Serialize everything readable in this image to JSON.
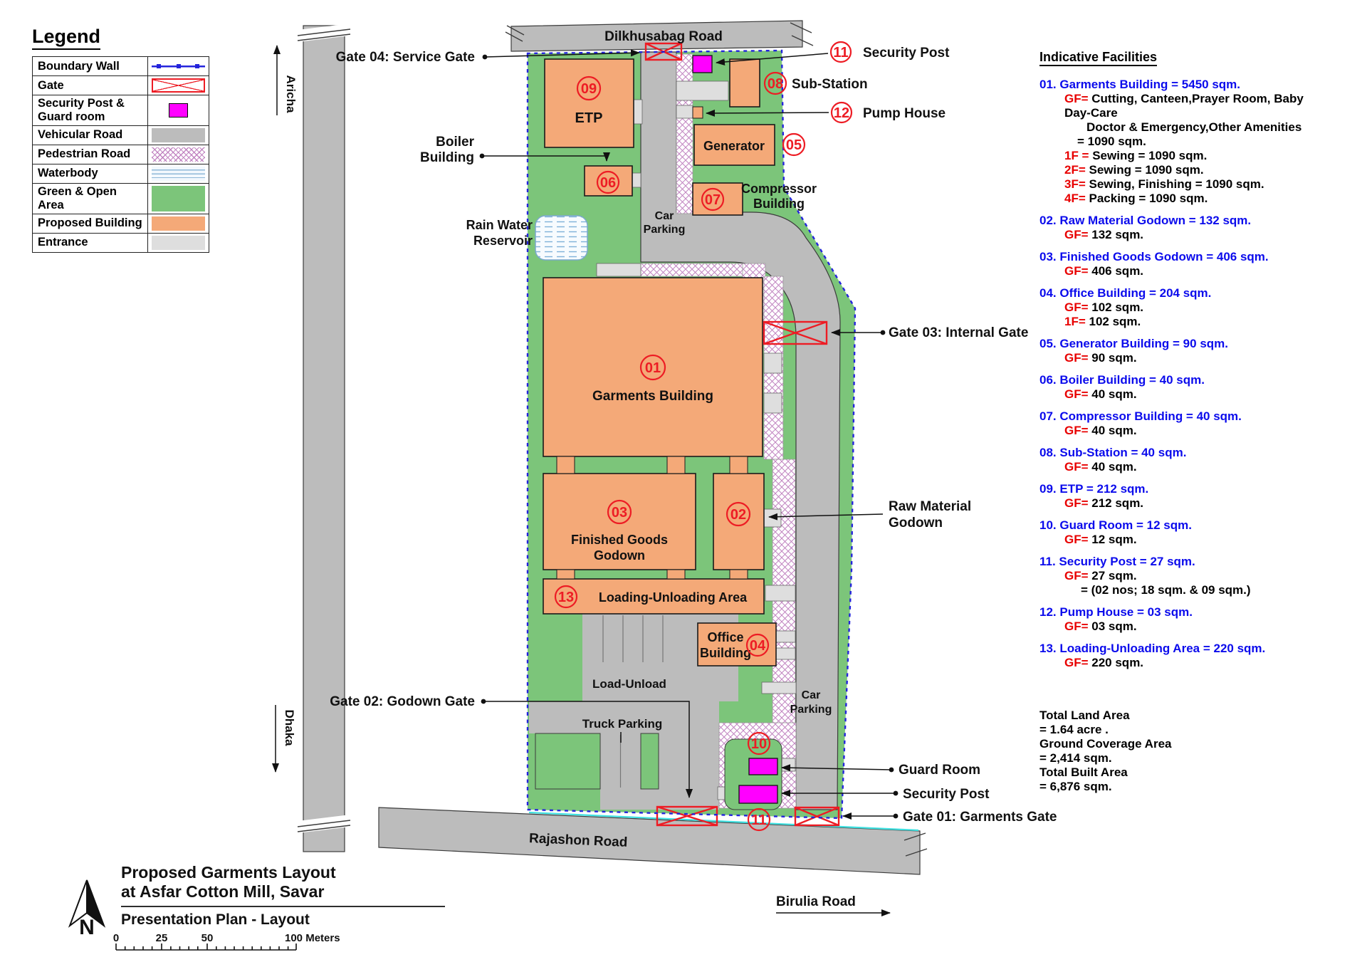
{
  "colors": {
    "green": "#7cc57a",
    "building": "#f4a978",
    "road": "#bcbcbc",
    "entrance": "#dedede",
    "magenta": "#ff00ff",
    "red": "#ed1c24",
    "bblue": "#2424dc",
    "fblue": "#0b0bec",
    "fred": "#e80000",
    "hatch": "#c184c1",
    "cyan": "#3fe0e0",
    "ink": "#111111"
  },
  "legend": {
    "title": "Legend",
    "items": [
      {
        "label": "Boundary Wall",
        "key": "boundary"
      },
      {
        "label": "Gate",
        "key": "gate"
      },
      {
        "label": "Security Post & Guard room",
        "key": "post"
      },
      {
        "label": "Vehicular Road",
        "key": "vehicular"
      },
      {
        "label": "Pedestrian Road",
        "key": "pedestrian"
      },
      {
        "label": "Waterbody",
        "key": "water"
      },
      {
        "label": "Green & Open Area",
        "key": "green"
      },
      {
        "label": "Proposed Building",
        "key": "building"
      },
      {
        "label": "Entrance",
        "key": "entrance"
      }
    ]
  },
  "plan": {
    "roads": {
      "top": "Dilkhusabag Road",
      "aricha": "Aricha",
      "dhaka": "Dhaka",
      "bottom": "Rajashon Road",
      "birulia": "Birulia Road"
    },
    "gates": {
      "g01": "Gate 01: Garments Gate",
      "g02": "Gate 02: Godown Gate",
      "g03": "Gate 03: Internal Gate",
      "g04": "Gate 04: Service Gate"
    },
    "b": {
      "n01": "01",
      "garments": "Garments Building",
      "n02": "02",
      "raw1": "Raw Material",
      "raw2": "Godown",
      "n03": "03",
      "fin1": "Finished Goods",
      "fin2": "Godown",
      "n04": "04",
      "off1": "Office",
      "off2": "Building",
      "n05": "05",
      "generator": "Generator",
      "n06": "06",
      "boil1": "Boiler",
      "boil2": "Building",
      "n07": "07",
      "comp1": "Compressor",
      "comp2": "Building",
      "n08": "08",
      "substation": "Sub-Station",
      "n09": "09",
      "etp": "ETP",
      "n10": "10",
      "guard": "Guard Room",
      "n11": "11",
      "security": "Security Post",
      "n12": "12",
      "pump": "Pump House",
      "n13": "13",
      "loading": "Loading-Unloading Area"
    },
    "areas": {
      "rain1": "Rain Water",
      "rain2": "Reservoir",
      "car1": "Car",
      "car2": "Parking",
      "carb1": "Car",
      "carb2": "Parking",
      "truck": "Truck Parking",
      "load": "Load-Unload"
    }
  },
  "facilities": {
    "heading": "Indicative Facilities",
    "sections": [
      {
        "num": "01.",
        "title": "Garments Building = 5450 sqm.",
        "rows": [
          {
            "pre": "GF=",
            "text": "Cutting, Canteen,Prayer Room, Baby Day-Care"
          },
          {
            "text": "Doctor & Emergency,Other Amenities",
            "ind": 66
          },
          {
            "text": "= 1090 sqm.",
            "ind": 53
          },
          {
            "pre": "1F =",
            "text": "Sewing = 1090 sqm."
          },
          {
            "pre": "2F=",
            "text": "Sewing = 1090 sqm."
          },
          {
            "pre": "3F=",
            "text": "Sewing, Finishing = 1090 sqm."
          },
          {
            "pre": "4F=",
            "text": "Packing = 1090 sqm."
          }
        ]
      },
      {
        "num": "02.",
        "title": "Raw Material Godown  = 132 sqm.",
        "rows": [
          {
            "pre": "GF=",
            "text": "132 sqm."
          }
        ]
      },
      {
        "num": "03.",
        "title": "Finished Goods Godown = 406 sqm.",
        "rows": [
          {
            "pre": "GF=",
            "text": "406 sqm."
          }
        ]
      },
      {
        "num": "04.",
        "title": "Office Building = 204 sqm.",
        "rows": [
          {
            "pre": "GF=",
            "text": "102 sqm."
          },
          {
            "pre": "1F=",
            "text": "102 sqm."
          }
        ]
      },
      {
        "num": "05.",
        "title": "Generator Building = 90 sqm.",
        "rows": [
          {
            "pre": "GF=",
            "text": "90 sqm."
          }
        ]
      },
      {
        "num": "06.",
        "title": "Boiler Building = 40 sqm.",
        "rows": [
          {
            "pre": "GF=",
            "text": "40 sqm."
          }
        ]
      },
      {
        "num": "07.",
        "title": "Compressor Building = 40 sqm.",
        "rows": [
          {
            "pre": "GF=",
            "text": "40 sqm."
          }
        ]
      },
      {
        "num": "08.",
        "title": "Sub-Station = 40 sqm.",
        "rows": [
          {
            "pre": "GF=",
            "text": "40 sqm."
          }
        ]
      },
      {
        "num": "09.",
        "title": "ETP = 212 sqm.",
        "rows": [
          {
            "pre": "GF=",
            "text": "212 sqm."
          }
        ]
      },
      {
        "num": "10.",
        "title": "Guard Room = 12 sqm.",
        "rows": [
          {
            "pre": "GF=",
            "text": "12 sqm."
          }
        ]
      },
      {
        "num": "11.",
        "title": "Security Post = 27 sqm.",
        "rows": [
          {
            "pre": "GF=",
            "text": "27 sqm."
          },
          {
            "text": "= (02 nos; 18 sqm. & 09 sqm.)",
            "ind": 58
          }
        ]
      },
      {
        "num": "12.",
        "title": "Pump House = 03 sqm.",
        "rows": [
          {
            "pre": "GF=",
            "text": "03 sqm."
          }
        ]
      },
      {
        "num": "13.",
        "title": "Loading-Unloading Area = 220 sqm.",
        "rows": [
          {
            "pre": "GF=",
            "text": "220 sqm."
          }
        ]
      }
    ],
    "totals": [
      "Total Land Area",
      " = 1.64 acre .",
      "Ground Coverage Area",
      "= 2,414 sqm.",
      "Total Built Area",
      "= 6,876 sqm."
    ]
  },
  "titleblock": {
    "line1": "Proposed Garments Layout",
    "line2": "at Asfar Cotton Mill, Savar",
    "subtitle": "Presentation Plan - Layout",
    "north_letter": "N",
    "scale_ticks": [
      "0",
      "25",
      "50",
      "100 Meters"
    ]
  }
}
